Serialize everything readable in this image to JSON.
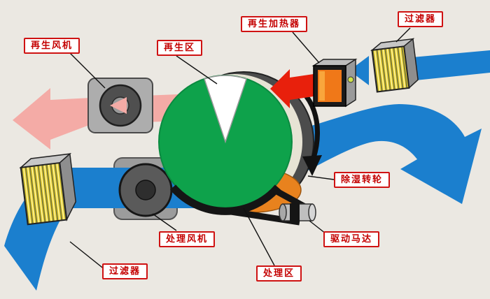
{
  "labels": {
    "regen_fan": "再生风机",
    "regen_zone": "再生区",
    "regen_heater": "再生加热器",
    "filter_top": "过滤器",
    "wheel": "除湿转轮",
    "drive_motor": "驱动马达",
    "process_fan": "处理风机",
    "filter_bottom": "过滤器",
    "process_zone": "处理区"
  },
  "colors": {
    "background": "#ebe8e2",
    "label_border": "#cf1212",
    "label_text": "#c40000",
    "process_air_blue": "#1b7fce",
    "regen_air_pink": "#f4aba6",
    "hot_air_red": "#e8200c",
    "wheel_green": "#0ea24b",
    "heater_orange": "#f07818",
    "filter_yellow": "#ecd32b"
  }
}
